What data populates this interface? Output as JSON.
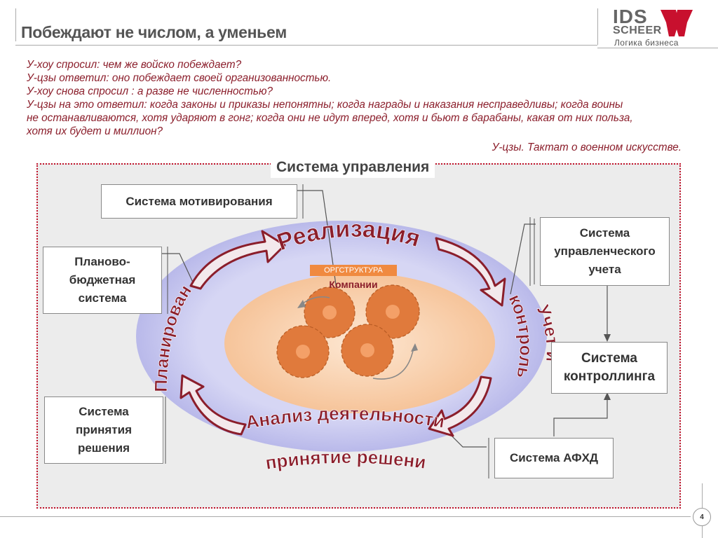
{
  "header": {
    "title": "Побеждают не числом, а уменьем",
    "logo": {
      "ids": "IDS",
      "scheer": "SCHEER",
      "tagline": "Логика бизнеса"
    }
  },
  "quote": {
    "lines": [
      "У-хоу спросил: чем же войско побеждает?",
      "У-цзы ответил: оно побеждает своей организованностью.",
      "У-хоу снова спросил : а разве не численностью?",
      "У-цзы на это ответил: когда законы и приказы непонятны; когда награды и наказания несправедливы; когда воины",
      "не останавливаются, хотя ударяют в гонг; когда они не идут вперед, хотя и бьют в барабаны, какая от них польза,",
      "хотя их будет и миллион?"
    ],
    "source": "У-цзы. Тактат о военном искусстве."
  },
  "diagram": {
    "title": "Система управления",
    "boxes": {
      "motivation": "Система мотивирования",
      "planning_budget_1": "Планово-",
      "planning_budget_2": "бюджетная",
      "planning_budget_3": "система",
      "decision_1": "Система",
      "decision_2": "принятия",
      "decision_3": "решения",
      "mgmt_accounting_1": "Система",
      "mgmt_accounting_2": "управленческого",
      "mgmt_accounting_3": "учета",
      "controlling_1": "Система",
      "controlling_2": "контроллинга",
      "afhd": "Система АФХД"
    },
    "cycle": {
      "realization": "Реализация",
      "control": "контроль",
      "accounting": "Учет и",
      "analysis": "Анализ деятельности и",
      "decisions": "принятие решений",
      "planning": "Планирование"
    },
    "center": {
      "orgstructure": "ОРГСТРУКТУРА",
      "company": "Компании"
    },
    "colors": {
      "accent": "#8b1e2b",
      "outer_ellipse": "#c8c8ee",
      "inner_ellipse": "#f8cfa8",
      "gear": "#e07a3c"
    }
  },
  "footer": {
    "page_number": "4"
  }
}
